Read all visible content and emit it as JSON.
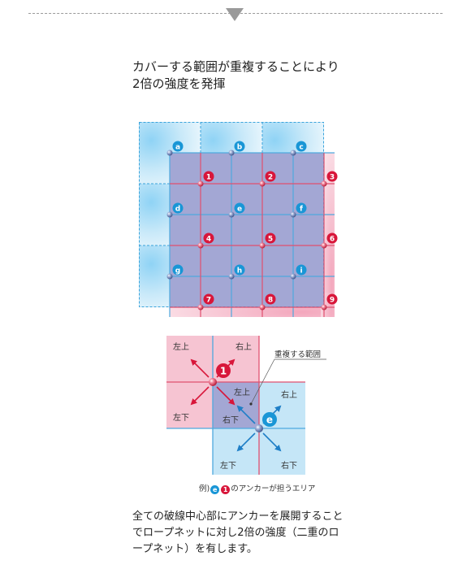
{
  "heading": {
    "line1": "カバーする範囲が重複することにより",
    "line2": "2倍の強度を発揮"
  },
  "grid": {
    "blue_anchor_labels": [
      "a",
      "b",
      "c",
      "d",
      "e",
      "f",
      "g",
      "h",
      "i"
    ],
    "red_anchor_labels": [
      "1",
      "2",
      "3",
      "4",
      "5",
      "6",
      "7",
      "8",
      "9"
    ]
  },
  "detail": {
    "red_anchor_label": "1",
    "blue_anchor_label": "e",
    "red_directions": {
      "top_left": "左上",
      "top_right": "右上",
      "bottom_left": "左下",
      "bottom_right": "右下"
    },
    "blue_directions": {
      "top_left": "左上",
      "top_right": "右上",
      "bottom_left": "左下",
      "bottom_right": "右下"
    },
    "overlap_label": "重複する範囲"
  },
  "caption": {
    "prefix": "例)",
    "badge_blue": "e",
    "badge_red": "1",
    "suffix": "のアンカーが担うエリア"
  },
  "footer": {
    "text": "全ての破線中心部にアンカーを展開することでロープネットに対し2倍の強度（二重のロープネット）を有します。"
  },
  "colors": {
    "red_accent": "#d8163a",
    "blue_accent": "#1996d6",
    "overlap_fill": "#a3a7d4",
    "pink_fill": "#f6c4d2",
    "light_blue_fill": "#c5e6f7"
  }
}
